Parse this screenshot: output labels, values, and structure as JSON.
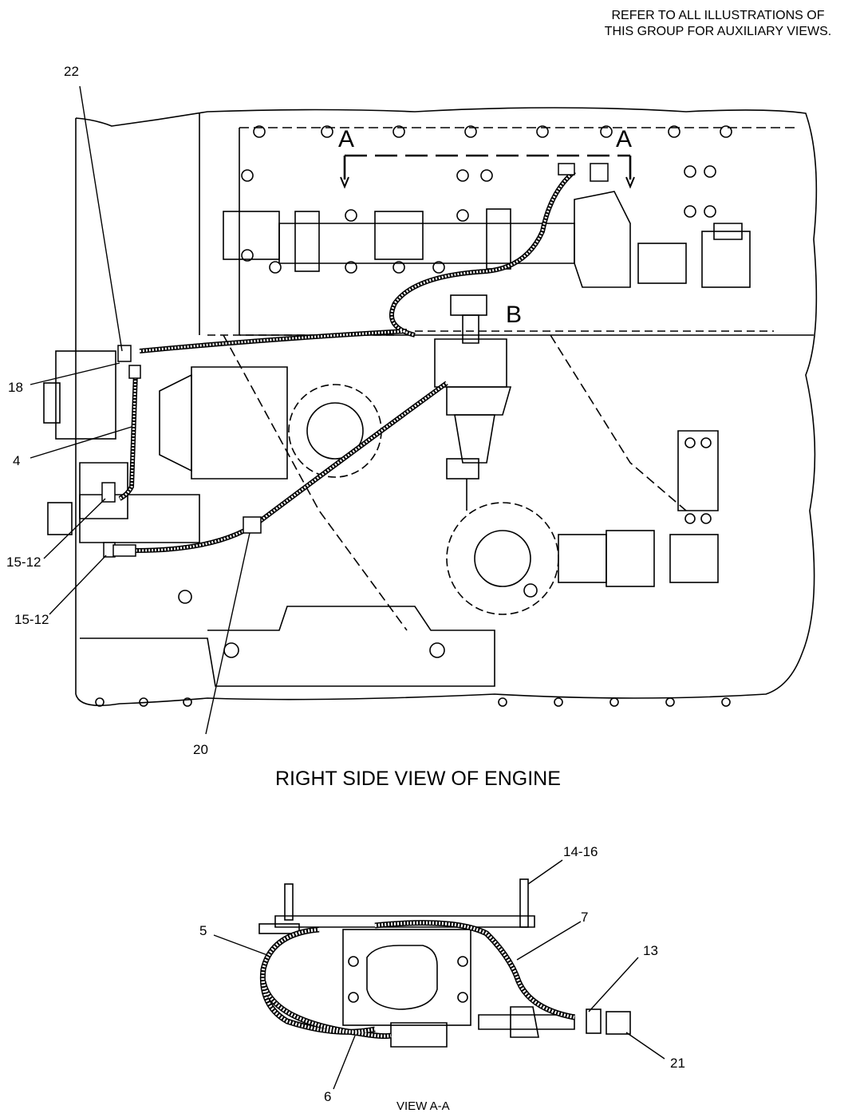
{
  "note": {
    "line1": "REFER TO ALL ILLUSTRATIONS OF",
    "line2": "THIS GROUP FOR AUXILIARY VIEWS."
  },
  "main_view": {
    "title": "RIGHT SIDE VIEW OF ENGINE",
    "section_marks": {
      "left": "A",
      "right": "A"
    },
    "view_mark": "B",
    "callouts": {
      "c22": "22",
      "c18": "18",
      "c4": "4",
      "c15a": "15-12",
      "c15b": "15-12",
      "c20": "20"
    }
  },
  "detail_view": {
    "caption": "VIEW A-A",
    "callouts": {
      "c1416": "14-16",
      "c5": "5",
      "c7": "7",
      "c13": "13",
      "c6": "6",
      "c21": "21"
    }
  }
}
